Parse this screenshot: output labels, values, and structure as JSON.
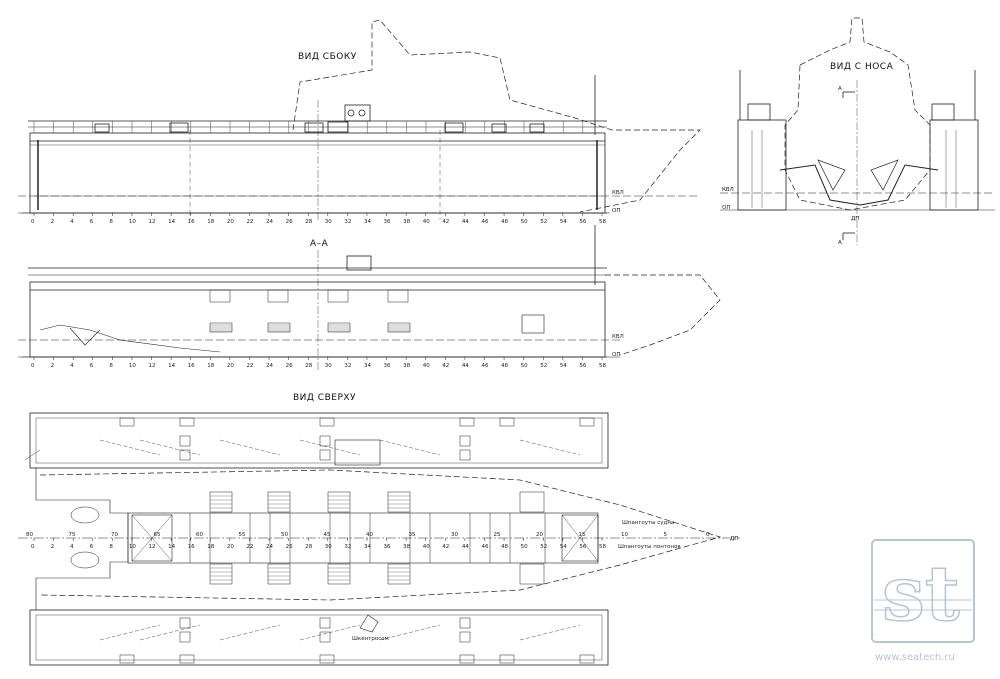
{
  "labels": {
    "side_view": "ВИД СБОКУ",
    "bow_view": "ВИД С НОСА",
    "section_aa": "А–А",
    "top_view": "ВИД СВЕРХУ",
    "kvl": "КВЛ",
    "op": "ОП",
    "dp": "ДП",
    "section_mark": "А",
    "frames_ship": "Шпангоуты судна",
    "frames_pontoon": "Шпангоуты понтонов",
    "winch_note": "Шкентрoсом"
  },
  "frame_scale": [
    "0",
    "2",
    "4",
    "6",
    "8",
    "10",
    "12",
    "14",
    "16",
    "18",
    "20",
    "22",
    "24",
    "26",
    "28",
    "30",
    "32",
    "34",
    "36",
    "38",
    "40",
    "42",
    "44",
    "46",
    "48",
    "50",
    "52",
    "54",
    "56",
    "58"
  ],
  "top_scale_ship": [
    "80",
    "75",
    "70",
    "65",
    "60",
    "55",
    "50",
    "45",
    "40",
    "35",
    "30",
    "25",
    "20",
    "15",
    "10",
    "5",
    "0"
  ],
  "top_scale_pontoon": [
    "0",
    "2",
    "4",
    "6",
    "8",
    "10",
    "12",
    "14",
    "16",
    "18",
    "20",
    "22",
    "24",
    "26",
    "28",
    "30",
    "32",
    "34",
    "36",
    "38",
    "40",
    "42",
    "44",
    "46",
    "48",
    "50",
    "52",
    "54",
    "56",
    "58"
  ],
  "watermark": {
    "logo": "st",
    "url": "www.seatech.ru"
  },
  "colors": {
    "line": "#222222",
    "watermark": "#b7c4d3"
  }
}
